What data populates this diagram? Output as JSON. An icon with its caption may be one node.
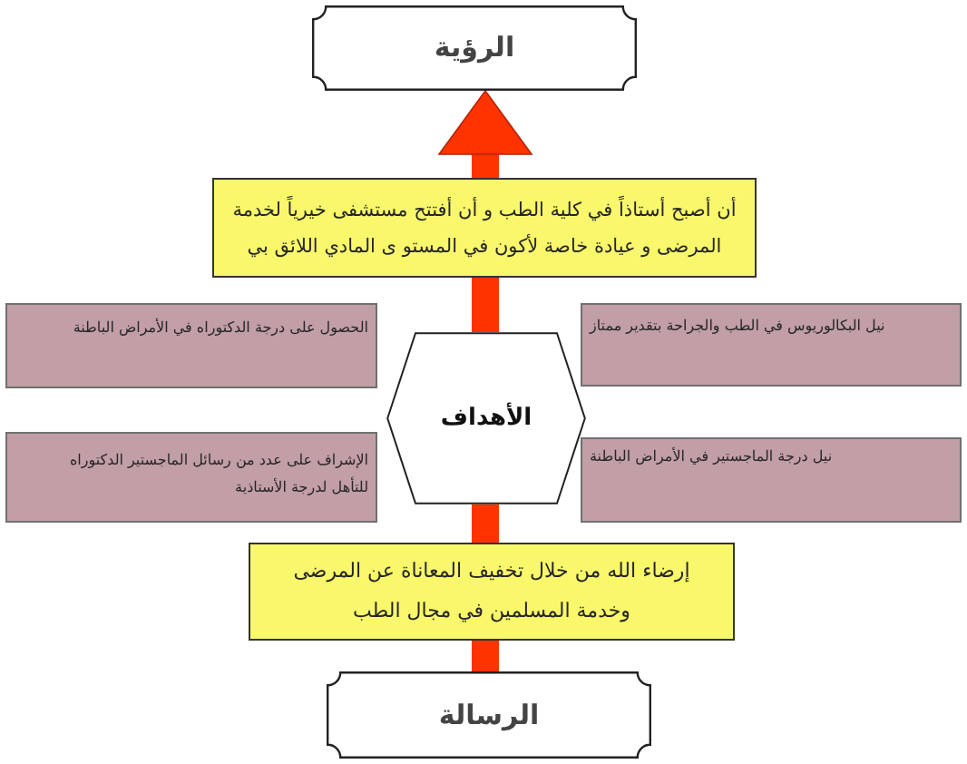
{
  "diagram": {
    "nodes": [
      {
        "text": [
          "الرؤية"
        ]
      },
      {
        "text": [
          "أن أصبح أستاذاً في كلية الطب و أن أفتتح مستشفى خيرياً لخدمة المرضى و عيادة خاصة لأكون في المستو ى المادي اللائق بي"
        ]
      },
      {
        "text": [
          "نيل البكالوريوس في الطب والجراحة بتقدير ممتاز"
        ]
      },
      {
        "text": [
          "الحصول على درجة الدكتوراه في الأمراض الباطنة"
        ]
      },
      {
        "text": [
          "الأهداف"
        ]
      },
      {
        "text": [
          "نيل درجة الماجستير في الأمراض الباطنة"
        ]
      },
      {
        "text": [
          "الإشراف على عدد من رسائل الماجستير الدكتوراه للتأهل لدرجة الأستاذية"
        ]
      },
      {
        "text": [
          "إرضاء الله من خلال تخفيف المعاناة عن المرضى وخدمة المسلمين في مجال الطب"
        ]
      },
      {
        "text": [
          "الرسالة"
        ]
      }
    ],
    "edges": [
      {
        "from": 8,
        "to": 7,
        "arrow": "none"
      },
      {
        "from": 7,
        "to": 4,
        "arrow": "none"
      },
      {
        "from": 4,
        "to": 1,
        "arrow": "none"
      },
      {
        "from": 1,
        "to": 0,
        "arrow": "to"
      }
    ]
  }
}
